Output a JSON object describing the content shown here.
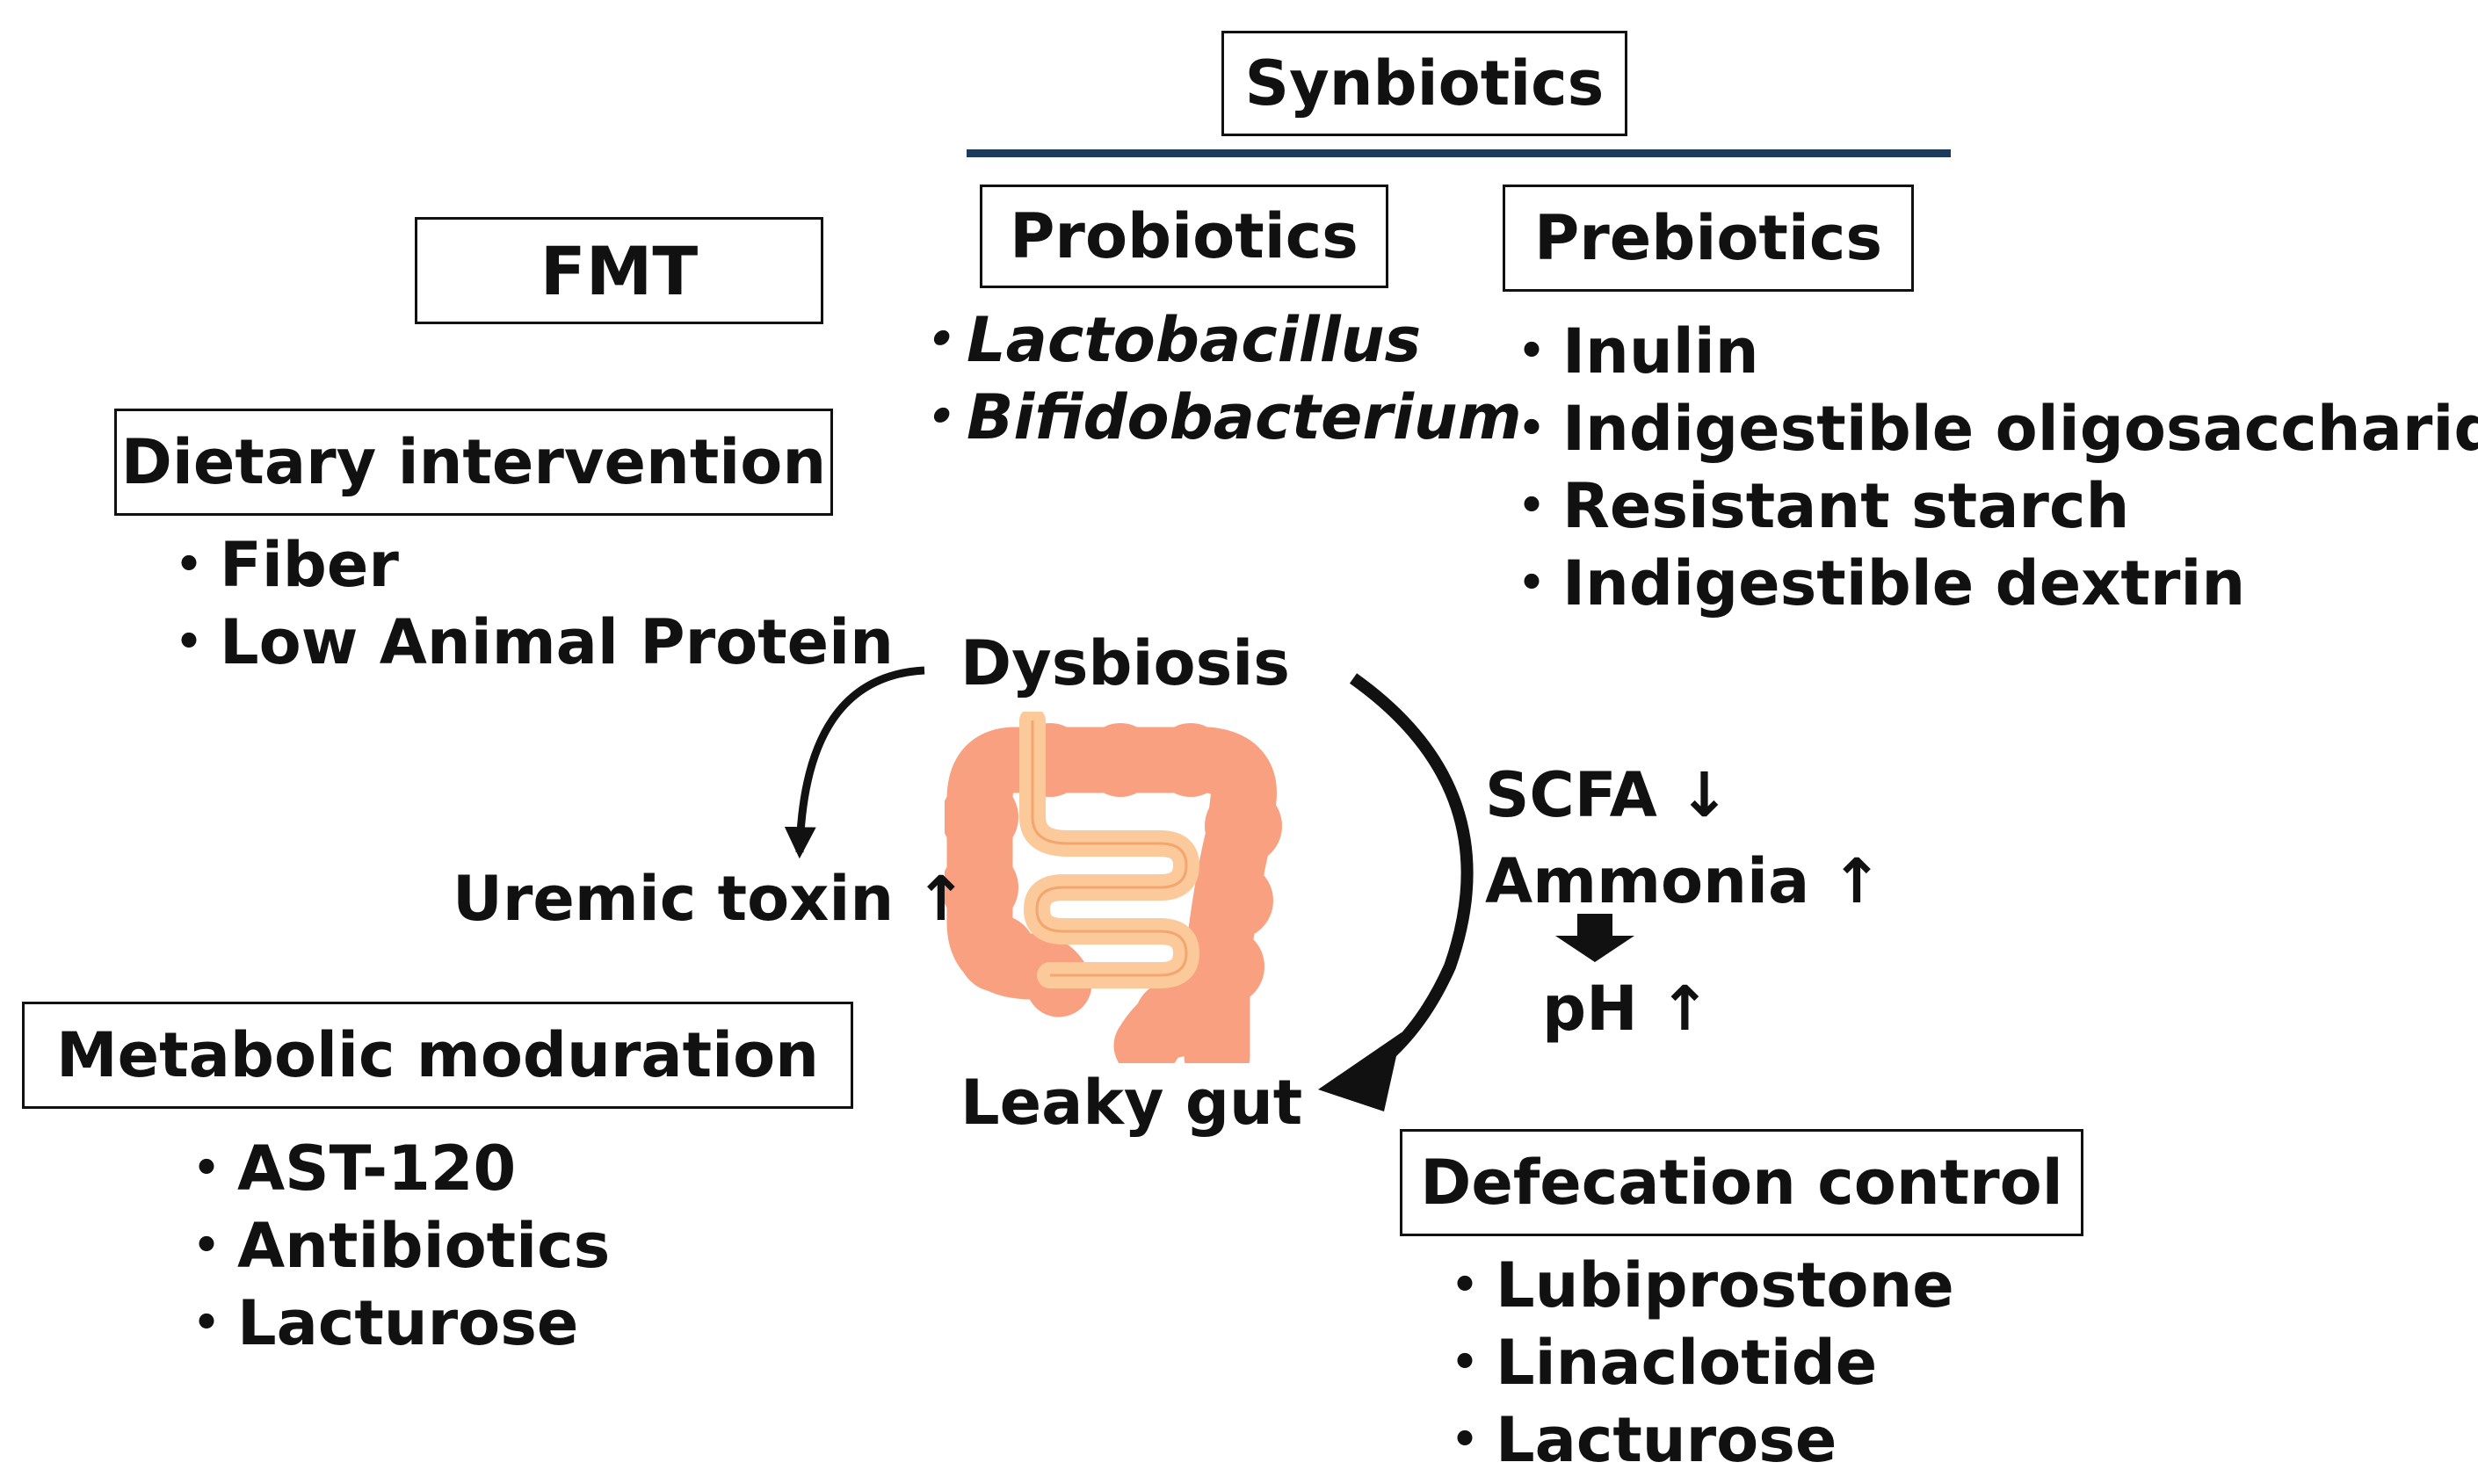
{
  "synbiotics": {
    "title": "Synbiotics"
  },
  "probiotics": {
    "title": "Probiotics",
    "items": [
      "Lactobacillus",
      "Bifidobacterium"
    ]
  },
  "prebiotics": {
    "title": "Prebiotics",
    "items": [
      "Inulin",
      "Indigestible oligosaccharides",
      "Resistant starch",
      "Indigestible dextrin"
    ]
  },
  "fmt": {
    "title": "FMT"
  },
  "dietary": {
    "title": "Dietary intervention",
    "items": [
      "Fiber",
      "Low Animal Protein"
    ]
  },
  "center": {
    "top": "Dysbiosis",
    "bottom": "Leaky gut",
    "intestine_icon": "intestine-icon"
  },
  "left_effect": "Uremic toxin ↑",
  "right_effects": {
    "scfa": "SCFA ↓",
    "ammonia": "Ammonia ↑",
    "ph": "pH ↑"
  },
  "metabolic": {
    "title": "Metabolic moduration",
    "items": [
      "AST-120",
      "Antibiotics",
      "Lacturose"
    ]
  },
  "defecation": {
    "title": "Defecation control",
    "items": [
      "Lubiprostone",
      "Linaclotide",
      "Lacturose"
    ]
  },
  "colors": {
    "intestine": "#f9a081",
    "small_intestine": "#fbc99a",
    "rule": "#1d3a5c"
  }
}
